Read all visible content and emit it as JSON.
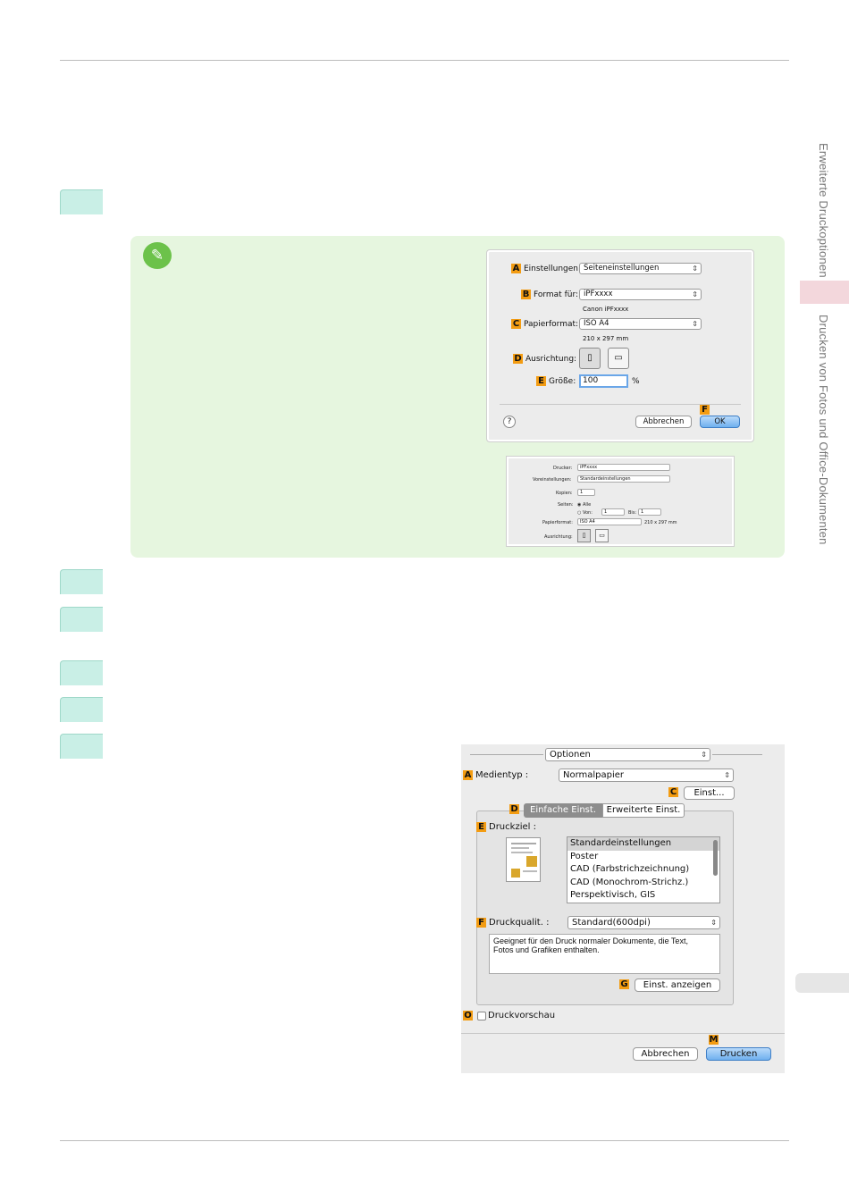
{
  "sidebar": {
    "section_top": "Erweiterte Druckoptionen",
    "section_bottom": "Drucken von Fotos und Office-Dokumenten"
  },
  "page_setup": {
    "einstellungen_label": "Einstellungen:",
    "einstellungen_value": "Seiteneinstellungen",
    "format_label": "Format für:",
    "format_value": "iPFxxxx",
    "format_sub": "Canon iPFxxxx",
    "papierformat_label": "Papierformat:",
    "papierformat_value": "ISO A4",
    "papierformat_sub": "210 x 297 mm",
    "ausrichtung_label": "Ausrichtung:",
    "groesse_label": "Größe:",
    "groesse_value": "100",
    "percent": "%",
    "help": "?",
    "cancel": "Abbrechen",
    "ok": "OK",
    "keys": {
      "a": "A",
      "b": "B",
      "c": "C",
      "d": "D",
      "e": "E",
      "f": "F"
    }
  },
  "print_small": {
    "drucker_label": "Drucker:",
    "drucker_value": "iPFxxxx",
    "vorein_label": "Voreinstellungen:",
    "vorein_value": "Standardeinstellungen",
    "kopien_label": "Kopien:",
    "kopien_value": "1",
    "seiten_label": "Seiten:",
    "alle": "Alle",
    "von": "Von:",
    "von_value": "1",
    "bis": "Bis:",
    "bis_value": "1",
    "papier_label": "Papierformat:",
    "papier_value": "ISO A4",
    "papier_sub": "210 x 297 mm",
    "ausrichtung_label": "Ausrichtung:"
  },
  "print_dialog": {
    "optionen": "Optionen",
    "medientyp_label": "Medientyp :",
    "medientyp_value": "Normalpapier",
    "einst_button": "Einst...",
    "tab_einfach": "Einfache Einst.",
    "tab_erweitert": "Erweiterte Einst.",
    "druckziel_label": "Druckziel :",
    "druckziel_items": [
      "Standardeinstellungen",
      "Poster",
      "CAD (Farbstrichzeichnung)",
      "CAD (Monochrom-Strichz.)",
      "Perspektivisch, GIS"
    ],
    "druckqualit_label": "Druckqualit. :",
    "druckqualit_value": "Standard(600dpi)",
    "description": "Geeignet für den Druck normaler Dokumente, die Text, Fotos und Grafiken enthalten.",
    "einst_anzeigen": "Einst. anzeigen",
    "druckvorschau": "Druckvorschau",
    "cancel": "Abbrechen",
    "drucken": "Drucken",
    "keys": {
      "a": "A",
      "c": "C",
      "d": "D",
      "e": "E",
      "f": "F",
      "g": "G",
      "o": "O",
      "m": "M"
    }
  }
}
